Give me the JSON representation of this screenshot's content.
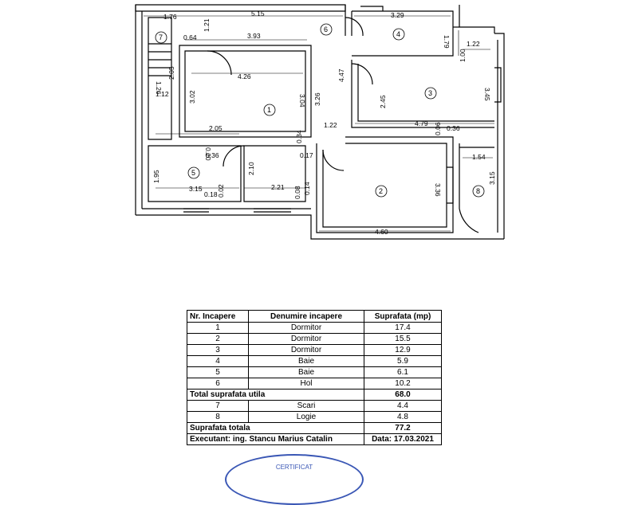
{
  "plan": {
    "dimensions": {
      "d_1_76": "1.76",
      "d_5_15": "5.15",
      "d_3_29": "3.29",
      "d_0_64": "0.64",
      "d_1_21": "1.21",
      "d_3_93": "3.93",
      "d_1_79": "1.79",
      "d_1_22_top": "1.22",
      "d_1_00": "1.00",
      "d_4_26": "4.26",
      "d_3_02": "3.02",
      "d_3_04": "3.04",
      "d_3_26": "3.26",
      "d_4_47": "4.47",
      "d_2_45": "2.45",
      "d_3_45": "3.45",
      "d_1_26": "1.26",
      "d_2_05_v": "2.05",
      "d_1_12": "1.12",
      "d_2_05_h": "2.05",
      "d_1_22_mid": "1.22",
      "d_4_79": "4.79",
      "d_0_36_right": "0.36",
      "d_0_06": "0.06",
      "d_0_20": "0.20",
      "d_0_36_left": "0.36",
      "d_0_34": "0.34",
      "d_0_17": "0.17",
      "d_1_95": "1.95",
      "d_2_10": "2.10",
      "d_1_54": "1.54",
      "d_3_36": "3.36",
      "d_3_15_v": "3.15",
      "d_3_15_h": "3.15",
      "d_2_21": "2.21",
      "d_0_18": "0.18",
      "d_0_02": "0.02",
      "d_0_08": "0.08",
      "d_0_14": "0.14",
      "d_4_60": "4.60"
    },
    "room_numbers": [
      "1",
      "2",
      "3",
      "4",
      "5",
      "6",
      "7",
      "8"
    ]
  },
  "table": {
    "headers": [
      "Nr. Incapere",
      "Denumire incapere",
      "Suprafata (mp)"
    ],
    "rows": [
      [
        "1",
        "Dormitor",
        "17.4"
      ],
      [
        "2",
        "Dormitor",
        "15.5"
      ],
      [
        "3",
        "Dormitor",
        "12.9"
      ],
      [
        "4",
        "Baie",
        "5.9"
      ],
      [
        "5",
        "Baie",
        "6.1"
      ],
      [
        "6",
        "Hol",
        "10.2"
      ]
    ],
    "total_util_label": "Total suprafata utila",
    "total_util_value": "68.0",
    "rows_extra": [
      [
        "7",
        "Scari",
        "4.4"
      ],
      [
        "8",
        "Logie",
        "4.8"
      ]
    ],
    "total_label": "Suprafata totala",
    "total_value": "77.2",
    "executant": "Executant: ing. Stancu Marius Catalin",
    "date": "Data: 17.03.2021"
  },
  "stamp": {
    "text": "CERTIFICAT"
  }
}
